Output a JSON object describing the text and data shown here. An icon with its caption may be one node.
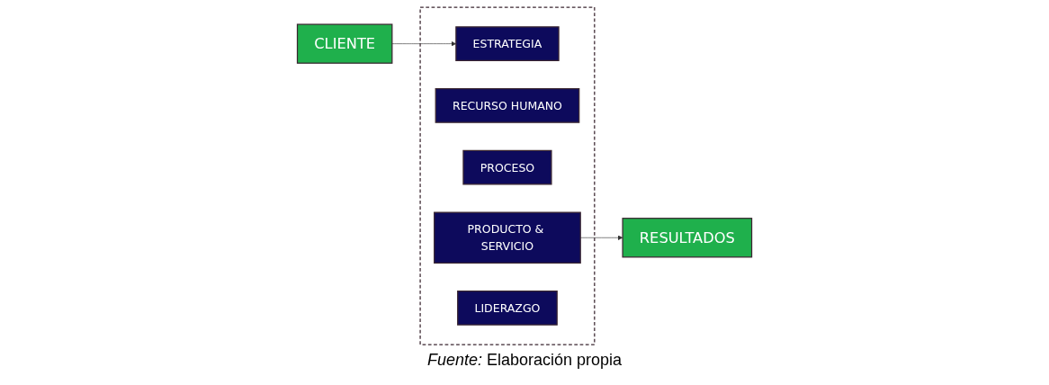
{
  "diagram": {
    "caption": "*Fuente:* Elaboración propia",
    "nodes": [
      {
        "text": [
          "CLIENTE"
        ]
      },
      {
        "text": [],
        "shape": "box"
      },
      {
        "text": [
          "ESTRATEGIA"
        ],
        "in": 1
      },
      {
        "text": [
          "RECURSO HUMANO"
        ],
        "in": 1
      },
      {
        "text": [
          "PROCESO"
        ],
        "in": 1
      },
      {
        "text": [
          "PRODUCTO & SERVICIO"
        ],
        "in": 1
      },
      {
        "text": [
          "LIDERAZGO"
        ],
        "in": 1
      },
      {
        "text": [
          "RESULTADOS"
        ]
      }
    ],
    "edges": [
      {
        "from": 0,
        "to": 2,
        "arrow": "to"
      },
      {
        "from": 5,
        "to": 7,
        "arrow": "to"
      }
    ]
  }
}
